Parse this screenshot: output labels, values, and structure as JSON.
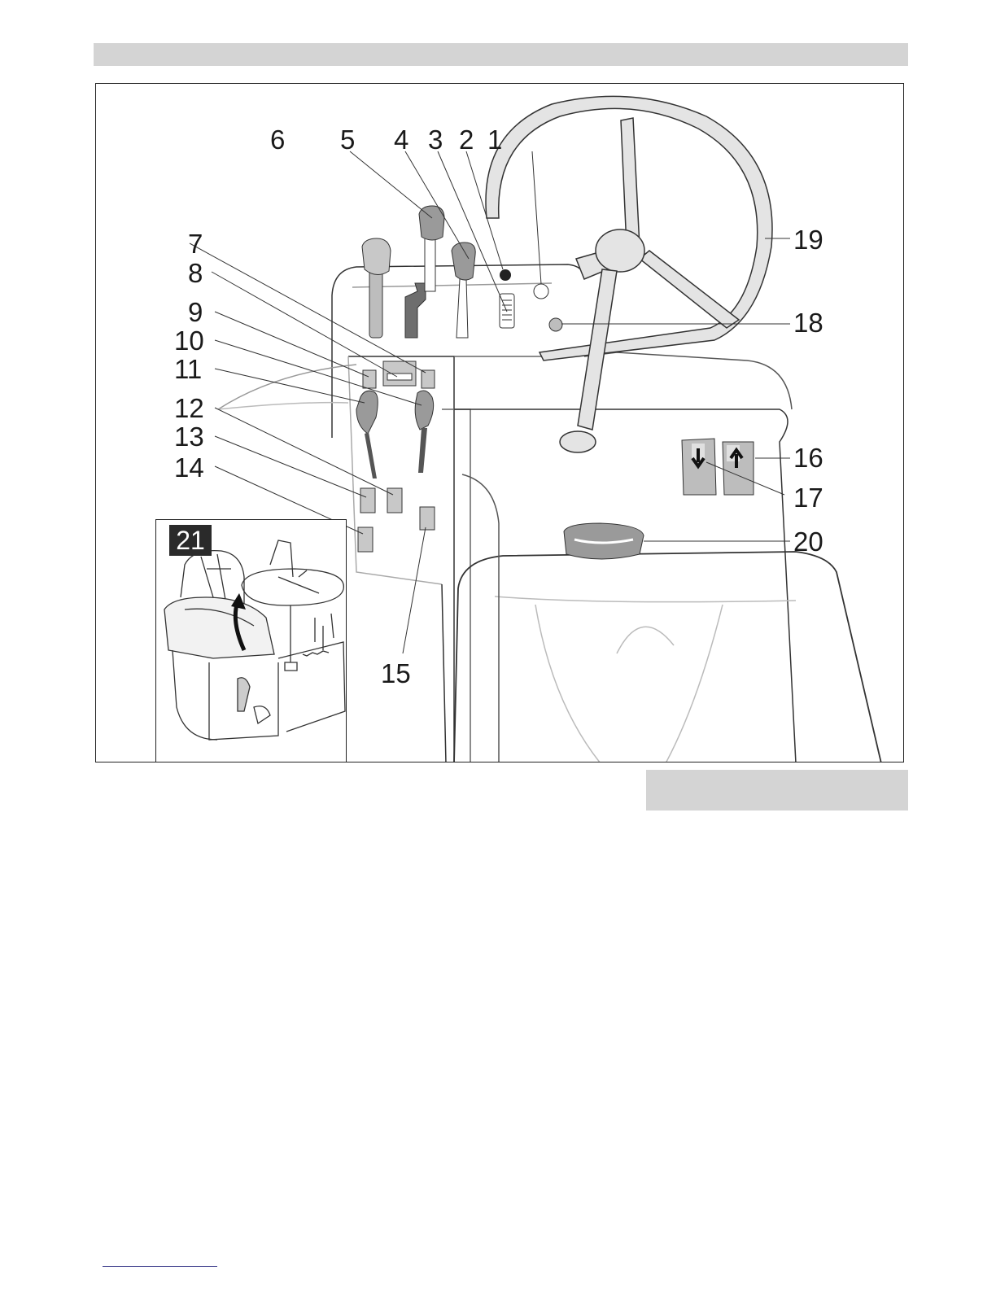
{
  "figure": {
    "callouts": {
      "c1": "1",
      "c2": "2",
      "c3": "3",
      "c4": "4",
      "c5": "5",
      "c6": "6",
      "c7": "7",
      "c8": "8",
      "c9": "9",
      "c10": "10",
      "c11": "11",
      "c12": "12",
      "c13": "13",
      "c14": "14",
      "c15": "15",
      "c16": "16",
      "c17": "17",
      "c18": "18",
      "c19": "19",
      "c20": "20"
    },
    "inset_label": "21"
  },
  "colors": {
    "header_bar": "#d4d4d4",
    "caption_bar": "#d4d4d4",
    "line": "#2a2a2a",
    "knob_fill": "#9a9a9a",
    "lever_dark": "#6e6e6e"
  },
  "icons": [
    "steering-wheel-icon",
    "lever-knob-icon",
    "rocker-switch-icon",
    "pedal-icon",
    "seat-icon",
    "arrow-up-icon",
    "arrow-down-icon"
  ]
}
